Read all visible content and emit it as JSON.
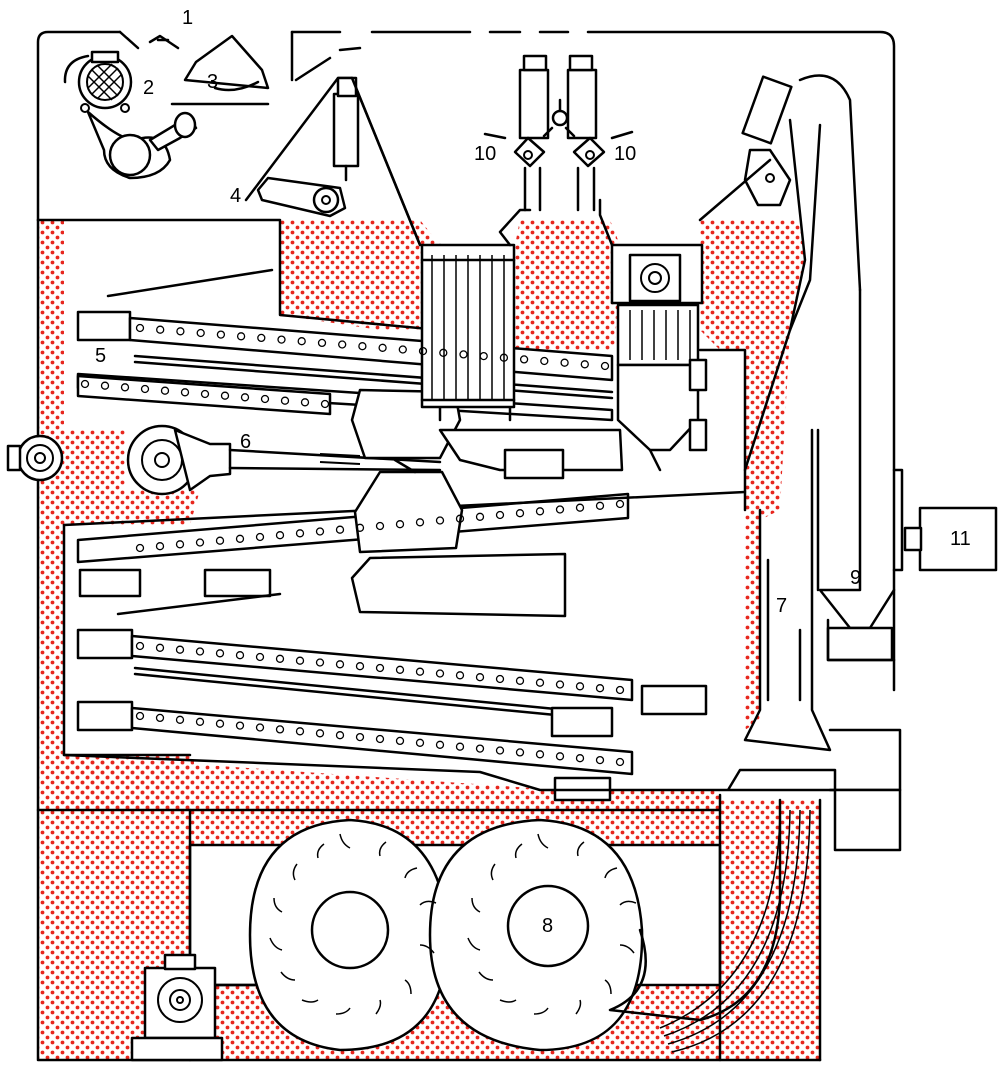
{
  "diagram": {
    "dot_color": "#e8261e",
    "line_color": "#000000",
    "labels": {
      "l1": "1",
      "l2": "2",
      "l3": "3",
      "l4": "4",
      "l5": "5",
      "l6": "6",
      "l7": "7",
      "l8": "8",
      "l9": "9",
      "l10a": "10",
      "l10b": "10",
      "l11": "11"
    }
  }
}
